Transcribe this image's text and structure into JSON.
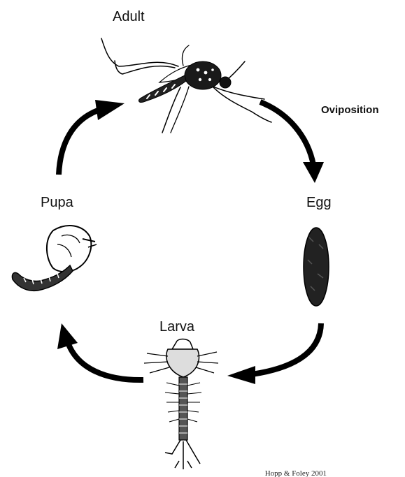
{
  "labels": {
    "adult": "Adult",
    "oviposition": "Oviposition",
    "egg": "Egg",
    "larva": "Larva",
    "pupa": "Pupa",
    "credit": "Hopp & Foley 2001"
  }
}
